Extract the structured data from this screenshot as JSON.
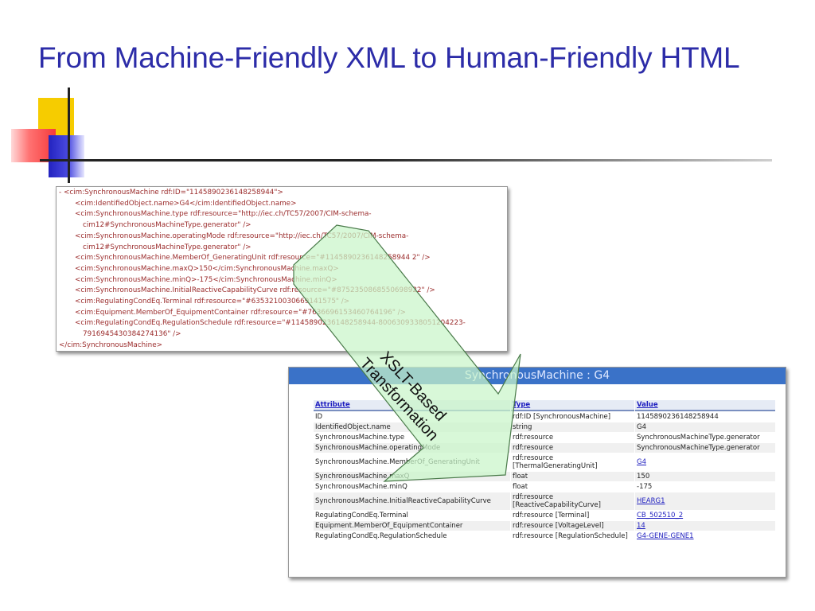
{
  "slide": {
    "title": "From Machine-Friendly XML to Human-Friendly HTML"
  },
  "xml_panel": {
    "lines": [
      {
        "text": "- <cim:SynchronousMachine rdf:ID=\"1145890236148258944\">",
        "indent": 0
      },
      {
        "text": "<cim:IdentifiedObject.name>G4</cim:IdentifiedObject.name>",
        "indent": 1
      },
      {
        "text": "<cim:SynchronousMachine.type rdf:resource=\"http://iec.ch/TC57/2007/CIM-schema-",
        "indent": 1
      },
      {
        "text": "cim12#SynchronousMachineType.generator\" />",
        "indent": 2
      },
      {
        "text": "<cim:SynchronousMachine.operatingMode rdf:resource=\"http://iec.ch/TC57/2007/CIM-schema-",
        "indent": 1
      },
      {
        "text": "cim12#SynchronousMachineType.generator\" />",
        "indent": 2
      },
      {
        "text": "<cim:SynchronousMachine.MemberOf_GeneratingUnit rdf:resource=\"#1145890236148258944 2\" />",
        "indent": 1
      },
      {
        "text": "<cim:SynchronousMachine.maxQ>150</cim:SynchronousMachine.maxQ>",
        "indent": 1
      },
      {
        "text": "<cim:SynchronousMachine.minQ>-175</cim:SynchronousMachine.minQ>",
        "indent": 1
      },
      {
        "text": "<cim:SynchronousMachine.InitialReactiveCapabilityCurve rdf:resource=\"#8752350868550698922\" />",
        "indent": 1
      },
      {
        "text": "<cim:RegulatingCondEq.Terminal rdf:resource=\"#6353210030669141575\" />",
        "indent": 1
      },
      {
        "text": "<cim:Equipment.MemberOf_EquipmentContainer rdf:resource=\"#7636696153460764196\" />",
        "indent": 1
      },
      {
        "text": "<cim:RegulatingCondEq.RegulationSchedule rdf:resource=\"#1145890236148258944-8006309338051204223-",
        "indent": 1
      },
      {
        "text": "7916945430384274136\" />",
        "indent": 2
      },
      {
        "text": "</cim:SynchronousMachine>",
        "indent": 0
      }
    ]
  },
  "arrow": {
    "label_line1": "XSLT-Based",
    "label_line2": "Transformation",
    "fill": "#c9f5c9"
  },
  "table_panel": {
    "heading": "SynchronousMachine : G4",
    "columns": [
      "Attribute",
      "Type",
      "Value"
    ],
    "rows": [
      {
        "attribute": "ID",
        "type": "rdf:ID [SynchronousMachine]",
        "value": "1145890236148258944",
        "link": false
      },
      {
        "attribute": "IdentifiedObject.name",
        "type": "string",
        "value": "G4",
        "link": false
      },
      {
        "attribute": "SynchronousMachine.type",
        "type": "rdf:resource",
        "value": "SynchronousMachineType.generator",
        "link": false
      },
      {
        "attribute": "SynchronousMachine.operatingMode",
        "type": "rdf:resource",
        "value": "SynchronousMachineType.generator",
        "link": false
      },
      {
        "attribute": "SynchronousMachine.MemberOf_GeneratingUnit",
        "type": "rdf:resource [ThermalGeneratingUnit]",
        "value": "G4",
        "link": true
      },
      {
        "attribute": "SynchronousMachine.maxQ",
        "type": "float",
        "value": "150",
        "link": false
      },
      {
        "attribute": "SynchronousMachine.minQ",
        "type": "float",
        "value": "-175",
        "link": false
      },
      {
        "attribute": "SynchronousMachine.InitialReactiveCapabilityCurve",
        "type": "rdf:resource [ReactiveCapabilityCurve]",
        "value": "HEARG1",
        "link": true
      },
      {
        "attribute": "RegulatingCondEq.Terminal",
        "type": "rdf:resource [Terminal]",
        "value": "CB_502510_2",
        "link": true
      },
      {
        "attribute": "Equipment.MemberOf_EquipmentContainer",
        "type": "rdf:resource [VoltageLevel]",
        "value": "14",
        "link": true
      },
      {
        "attribute": "RegulatingCondEq.RegulationSchedule",
        "type": "rdf:resource [RegulationSchedule]",
        "value": "G4-GENE-GENE1",
        "link": true
      }
    ]
  },
  "colors": {
    "title": "#2c2ca8",
    "table_header_bar": "#3a72c8",
    "link": "#1d1dbf"
  }
}
